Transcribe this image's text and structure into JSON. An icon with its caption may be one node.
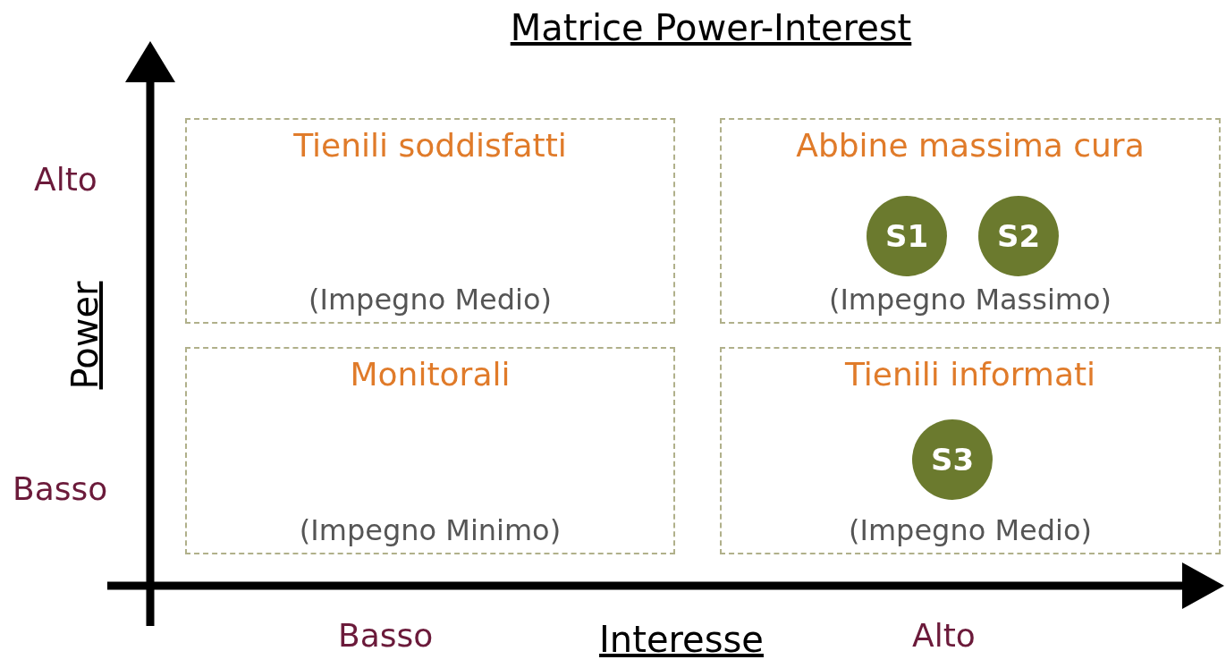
{
  "diagram": {
    "title": "Matrice Power-Interest",
    "nodes": [
      {
        "text": [
          "Tienili soddisfatti",
          "(Impegno Medio)"
        ]
      },
      {
        "text": [
          "Abbine massima cura",
          "(Impegno Massimo)"
        ]
      },
      {
        "text": [
          "S1"
        ],
        "in": 1
      },
      {
        "text": [
          "S2"
        ],
        "in": 1
      },
      {
        "text": [
          "Monitorali",
          "(Impegno Minimo)"
        ]
      },
      {
        "text": [
          "Tienili informati",
          "(Impegno Medio)"
        ]
      },
      {
        "text": [
          "S3"
        ],
        "in": 5
      }
    ],
    "edges": [],
    "labels": [
      "Alto",
      "Power",
      "Basso",
      "Basso",
      "Interesse",
      "Alto"
    ]
  }
}
